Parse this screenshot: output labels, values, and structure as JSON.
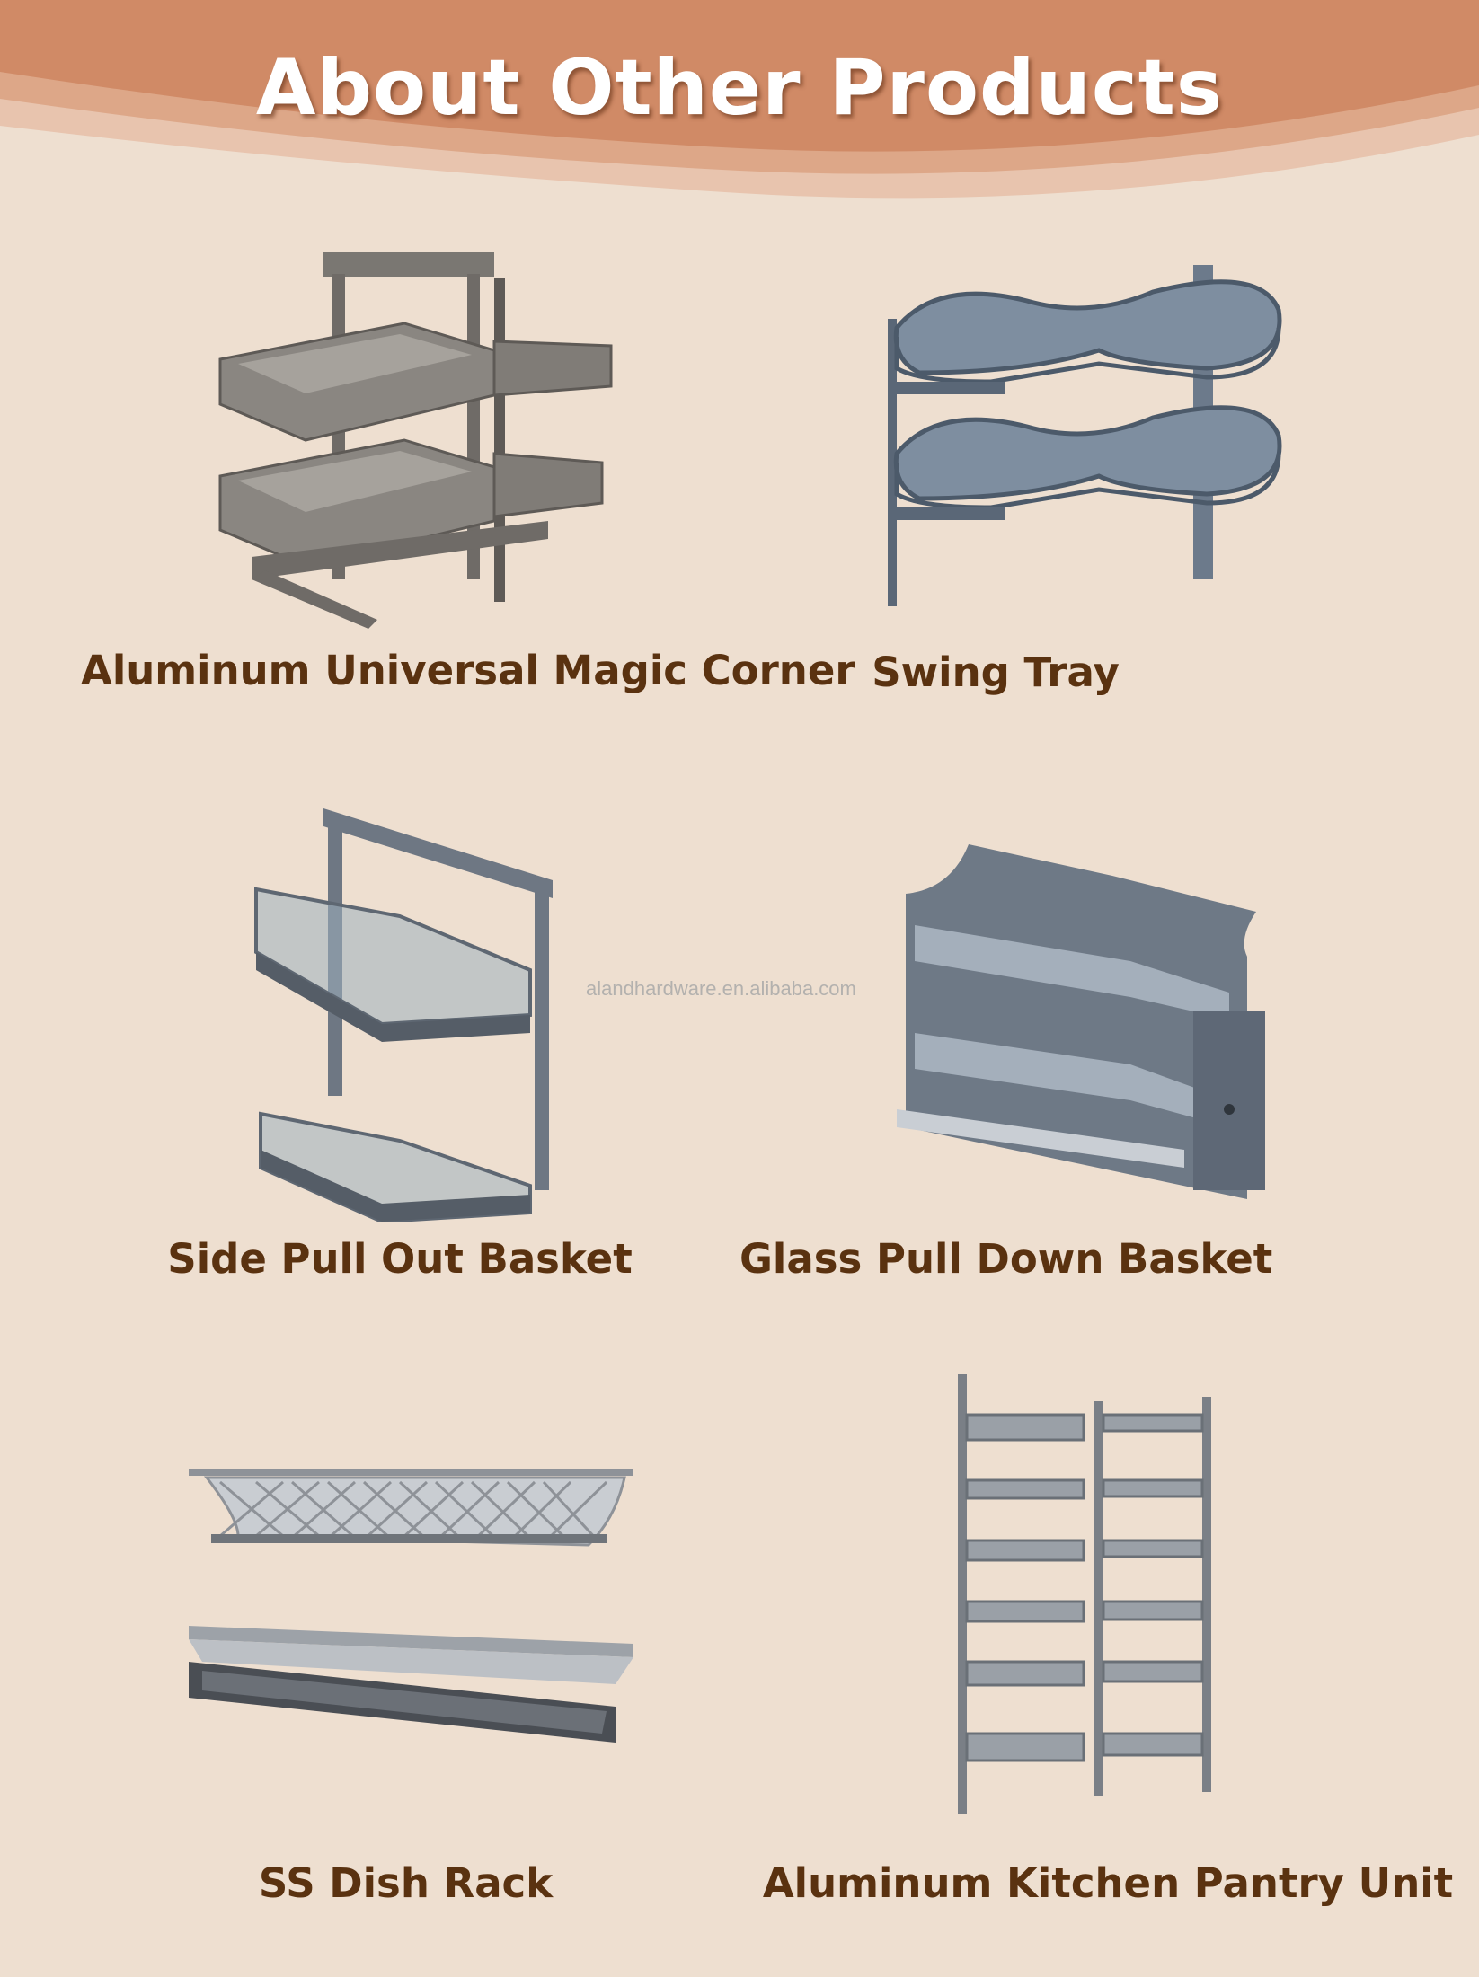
{
  "header": {
    "title": "About Other Products"
  },
  "watermark": "alandhardware.en.alibaba.com",
  "colors": {
    "background": "#EEDFD0",
    "header_band": "#D08A66",
    "label_text": "#5A3210",
    "product_metal": "#6F7883"
  },
  "products": [
    {
      "name": "Aluminum Universal Magic Corner",
      "icon": "corner-tray-icon"
    },
    {
      "name": "Swing Tray",
      "icon": "swing-tray-icon"
    },
    {
      "name": "Side Pull Out Basket",
      "icon": "side-basket-icon"
    },
    {
      "name": "Glass Pull Down Basket",
      "icon": "pull-down-basket-icon"
    },
    {
      "name": "SS Dish Rack",
      "icon": "dish-rack-icon"
    },
    {
      "name": "Aluminum Kitchen Pantry Unit",
      "icon": "pantry-unit-icon"
    }
  ]
}
